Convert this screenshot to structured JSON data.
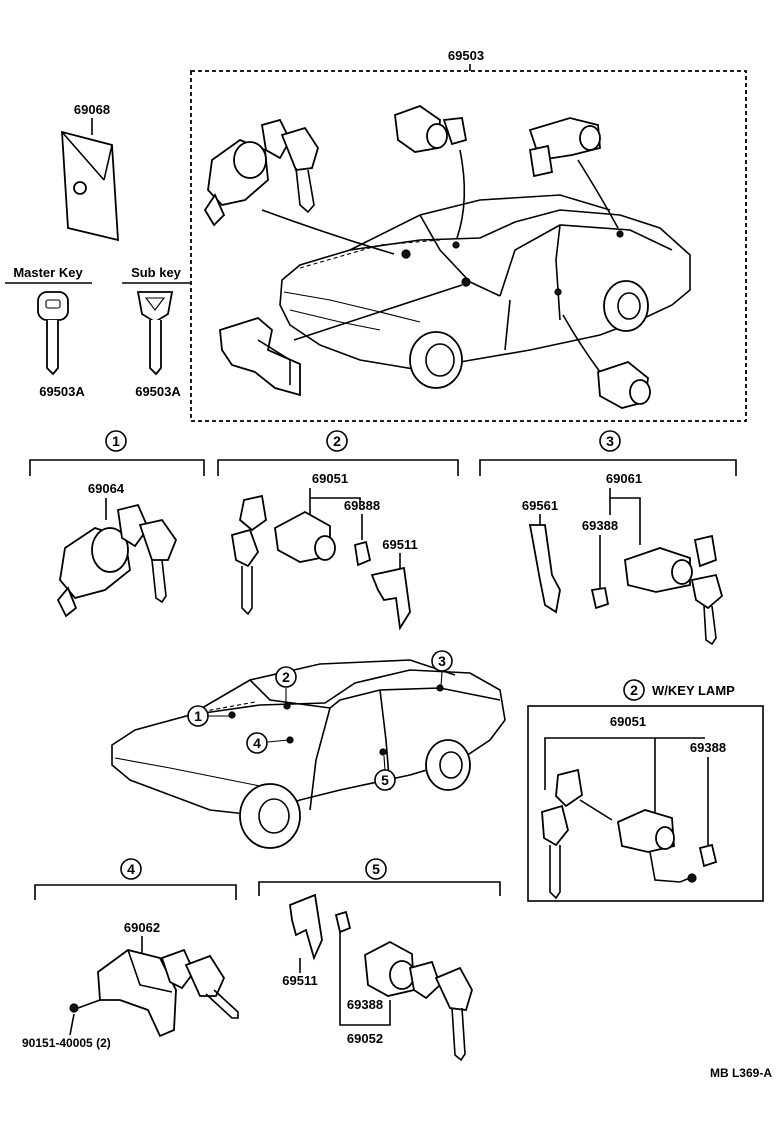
{
  "labels": {
    "set_top": "69503",
    "wallet": "69068",
    "master_key_title": "Master Key",
    "sub_key_title": "Sub key",
    "master_key_part": "69503A",
    "sub_key_part": "69503A",
    "g1_part": "69064",
    "g2_cyl": "69051",
    "g2_pad": "69388",
    "g2_clip": "69511",
    "g3_cyl": "69061",
    "g3_rod": "69561",
    "g3_pad": "69388",
    "lamp_title": "W/KEY LAMP",
    "lamp_cyl": "69051",
    "lamp_pad": "69388",
    "g4_cyl": "69062",
    "g4_screw": "90151-40005 (2)",
    "g5_clip": "69511",
    "g5_pad": "69388",
    "g5_cyl": "69052",
    "ref_code": "MB L369-A"
  },
  "callouts": {
    "g1": "1",
    "g2": "2",
    "g3": "3",
    "g4": "4",
    "g5": "5",
    "car_1": "1",
    "car_2": "2",
    "car_3": "3",
    "car_4": "4",
    "car_5": "5",
    "lamp": "2"
  }
}
